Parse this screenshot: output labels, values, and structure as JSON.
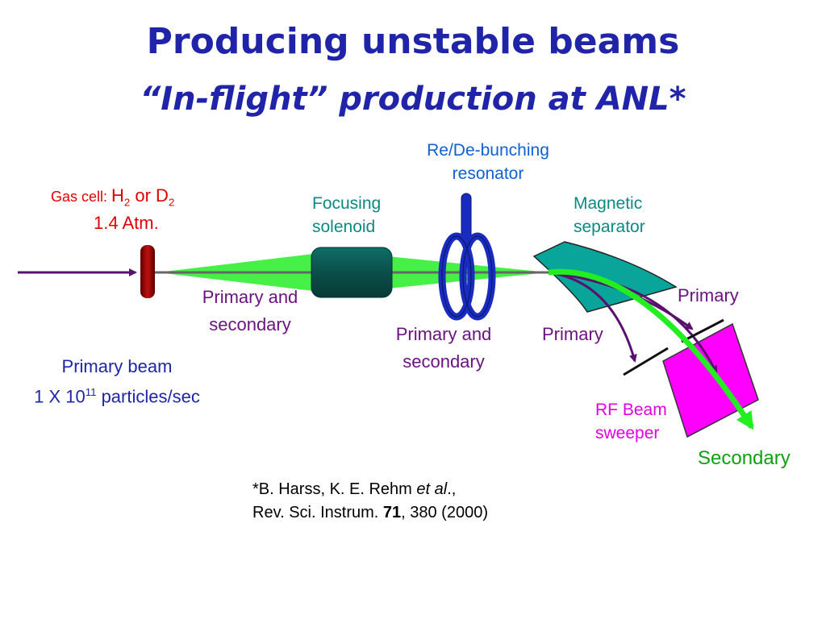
{
  "title": "Producing unstable beams",
  "subtitle": "“In-flight” production at ANL*",
  "labels": {
    "resonator_l1": "Re/De-bunching",
    "resonator_l2": "resonator",
    "gas_cell_prefix": "Gas cell: ",
    "gas_h": "H",
    "gas_h_sub": "2",
    "gas_or": " or D",
    "gas_d_sub": "2",
    "pressure": "1.4 Atm.",
    "solenoid_l1": "Focusing",
    "solenoid_l2": "solenoid",
    "separator_l1": "Magnetic",
    "separator_l2": "separator",
    "pas1_l1": "Primary and",
    "pas1_l2": "secondary",
    "pas2_l1": "Primary and",
    "pas2_l2": "secondary",
    "primary_right": "Primary",
    "primary_mid": "Primary",
    "primary_beam": "Primary beam",
    "rate_prefix": "1 X 10",
    "rate_exp": "11",
    "rate_suffix": " particles/sec",
    "rf_l1": "RF Beam",
    "rf_l2": "sweeper",
    "secondary": "Secondary"
  },
  "reference": {
    "line1_a": "*B. Harss, K. E. Rehm ",
    "line1_b": "et al",
    "line1_c": ".,",
    "line2_a": "Rev. Sci. Instrum. ",
    "line2_b": "71",
    "line2_c": ", 380 (2000)"
  },
  "colors": {
    "title": "#1f24a8",
    "gas_cell_label": "#e00000",
    "beam_primary": "#5a1070",
    "beam_cone": "#33ee33",
    "solenoid": "#0d5a55",
    "resonator": "#1a2bc0",
    "separator": "#0aa59a",
    "sweeper": "#ff00ff",
    "secondary": "#10a010"
  }
}
